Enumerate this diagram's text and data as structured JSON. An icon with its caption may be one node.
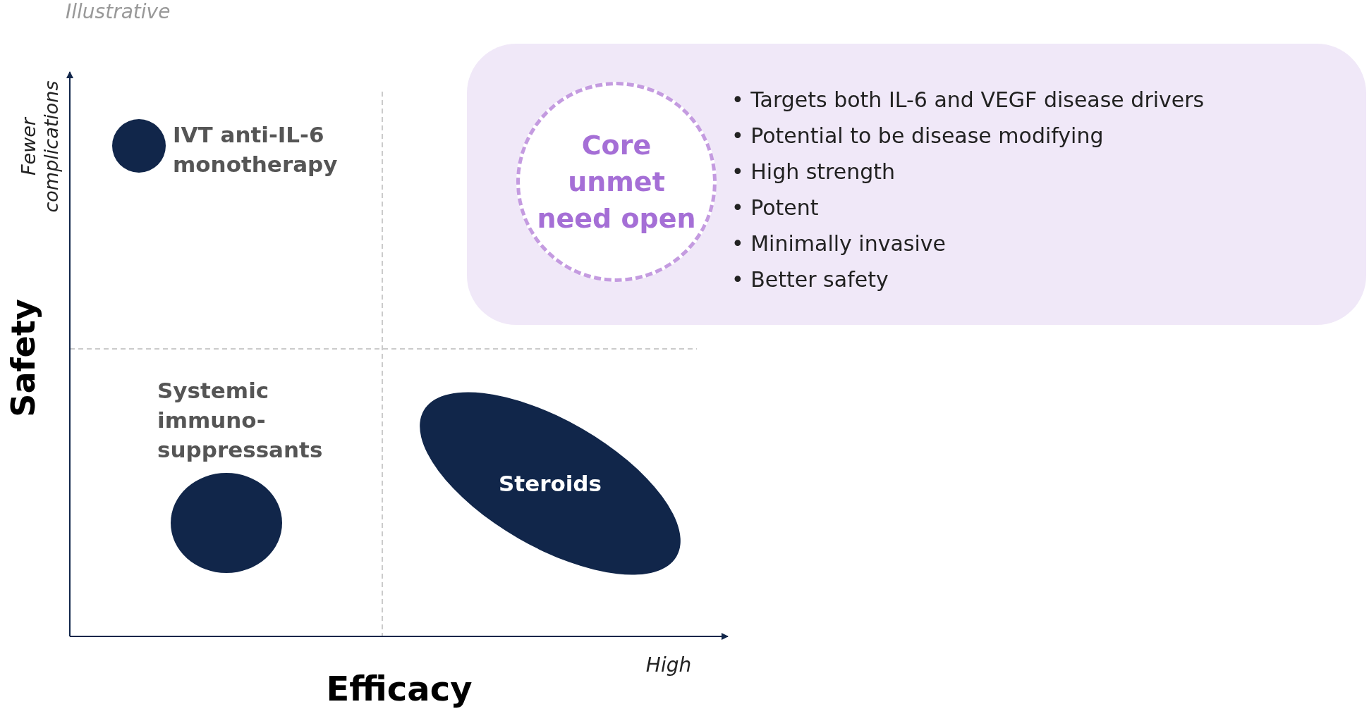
{
  "diagram": {
    "nodes": [
      {
        "text": [
          "• Targets both IL-6 and VEGF disease drivers",
          "• Potential to be disease modifying",
          "• High strength",
          "• Potent",
          "• Minimally invasive",
          "• Better safety"
        ]
      },
      {
        "text": [
          "Core unmet need open"
        ],
        "in": 0
      },
      {
        "text": [],
        "shape": "circle",
        "beside": [
          "IVT anti-IL-6 monotherapy"
        ]
      },
      {
        "text": [],
        "shape": "circle",
        "beside": [
          "Systemic immuno-suppressants"
        ]
      },
      {
        "text": [
          "Steroids"
        ]
      }
    ],
    "edges": [],
    "labels": [
      "Illustrative",
      "Fewer complications",
      "Safety",
      "High",
      "Efficacy"
    ]
  }
}
